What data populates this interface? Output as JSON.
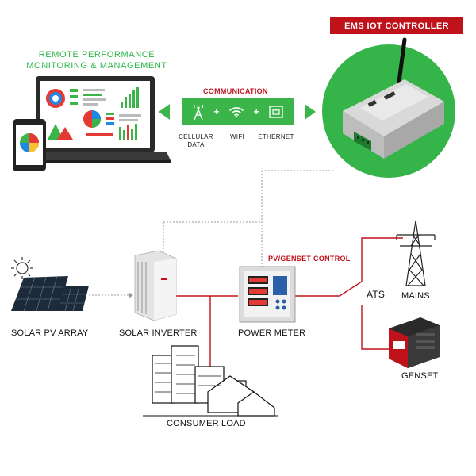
{
  "header": {
    "remote_title_line1": "REMOTE PERFORMANCE",
    "remote_title_line2": "MONITORING & MANAGEMENT",
    "ems_banner": "EMS IOT CONTROLLER",
    "communication_title": "COMMUNICATION"
  },
  "communication": {
    "items": [
      {
        "icon": "cellular-tower-icon",
        "label_line1": "CELLULAR",
        "label_line2": "DATA"
      },
      {
        "icon": "wifi-icon",
        "label_line1": "WIFI",
        "label_line2": ""
      },
      {
        "icon": "ethernet-icon",
        "label_line1": "ETHERNET",
        "label_line2": ""
      }
    ],
    "plus": "+"
  },
  "nodes": {
    "solar_pv_array": "SOLAR PV ARRAY",
    "solar_inverter": "SOLAR INVERTER",
    "power_meter": "POWER METER",
    "consumer_load": "CONSUMER LOAD",
    "ats": "ATS",
    "mains": "MAINS",
    "genset": "GENSET",
    "pv_genset_control": "PV/GENSET CONTROL"
  },
  "colors": {
    "accent_green": "#3bb54a",
    "title_green": "#2db64a",
    "accent_red": "#c0121b",
    "line_gray": "#9a9a9a"
  }
}
